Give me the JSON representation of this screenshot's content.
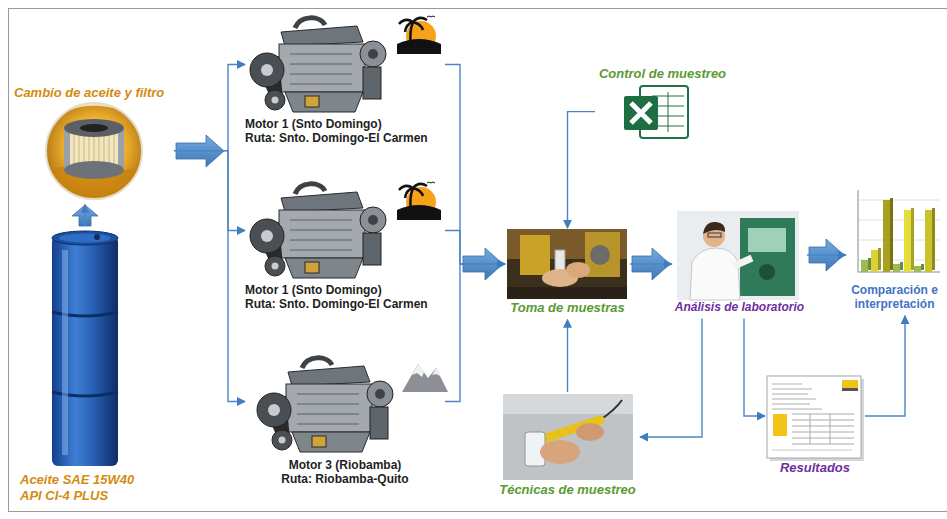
{
  "diagram": {
    "nodes": [
      {
        "text": [
          "Cambio de aceite y filtro"
        ]
      },
      {
        "text": [
          "Aceite SAE 15W40 API CI-4 PLUS"
        ]
      },
      {
        "text": [
          "Motor 1 (Snto Domingo)",
          "Ruta: Snto. Domingo-El Carmen"
        ]
      },
      {
        "text": [
          "Motor 1 (Snto Domingo)",
          "Ruta: Snto. Domingo-El Carmen"
        ]
      },
      {
        "text": [
          "Motor 3 (Riobamba)",
          "Ruta: Riobamba-Quito"
        ]
      },
      {
        "text": [
          "Control de muestreo"
        ]
      },
      {
        "text": [
          "Toma de muestras"
        ]
      },
      {
        "text": [
          "Técnicas de muestreo"
        ]
      },
      {
        "text": [
          "Análisis de laboratorio"
        ]
      },
      {
        "text": [
          "Resultados"
        ]
      },
      {
        "text": [
          "Comparación e interpretación"
        ]
      }
    ],
    "edges": [
      {
        "from": 1,
        "to": 0,
        "arrow": "to"
      },
      {
        "from": 0,
        "to": 2,
        "arrow": "to"
      },
      {
        "from": 0,
        "to": 3,
        "arrow": "to"
      },
      {
        "from": 0,
        "to": 4,
        "arrow": "to"
      },
      {
        "from": 2,
        "to": 6,
        "arrow": "to"
      },
      {
        "from": 3,
        "to": 6,
        "arrow": "to"
      },
      {
        "from": 4,
        "to": 6,
        "arrow": "to"
      },
      {
        "from": 5,
        "to": 6,
        "arrow": "to"
      },
      {
        "from": 7,
        "to": 6,
        "arrow": "to"
      },
      {
        "from": 6,
        "to": 8,
        "arrow": "to"
      },
      {
        "from": 8,
        "to": 7,
        "arrow": "to"
      },
      {
        "from": 8,
        "to": 9,
        "arrow": "to"
      },
      {
        "from": 8,
        "to": 10,
        "arrow": "to"
      },
      {
        "from": 9,
        "to": 10,
        "arrow": "to"
      }
    ]
  }
}
